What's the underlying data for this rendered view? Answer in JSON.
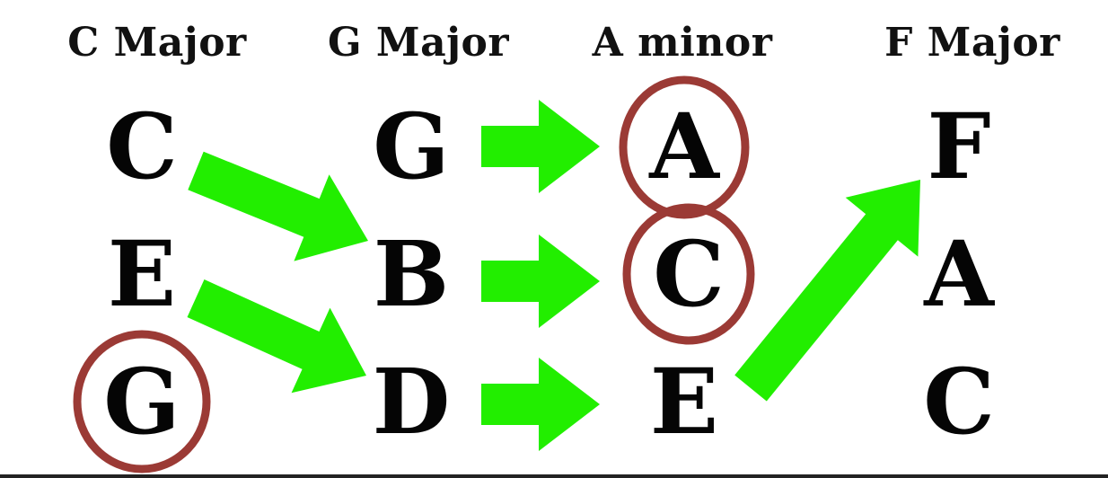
{
  "columns": [
    {
      "title": "C Major",
      "notes": [
        "C",
        "E",
        "G"
      ]
    },
    {
      "title": "G Major",
      "notes": [
        "G",
        "B",
        "D"
      ]
    },
    {
      "title": "A minor",
      "notes": [
        "A",
        "C",
        "E"
      ]
    },
    {
      "title": "F Major",
      "notes": [
        "F",
        "A",
        "C"
      ]
    }
  ],
  "colors": {
    "arrow": "#22ee00",
    "circle": "#9b3a35",
    "text": "#050505",
    "background": "#ffffff"
  },
  "arrows": [
    {
      "from": "C Major: C",
      "to": "G Major: B"
    },
    {
      "from": "C Major: E",
      "to": "G Major: D"
    },
    {
      "from": "G Major: G",
      "to": "A minor: A"
    },
    {
      "from": "G Major: B",
      "to": "A minor: C"
    },
    {
      "from": "G Major: D",
      "to": "A minor: E"
    },
    {
      "from": "A minor: E",
      "to": "F Major: F"
    }
  ],
  "circled_notes": [
    "C Major: G",
    "A minor: A",
    "A minor: C"
  ]
}
